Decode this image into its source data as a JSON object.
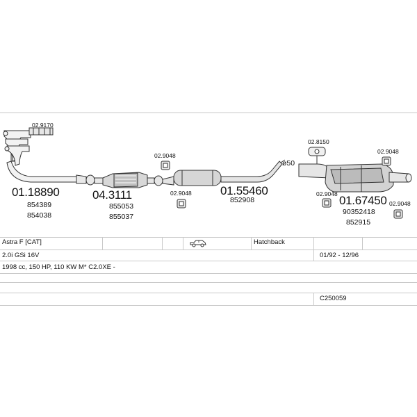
{
  "parts": {
    "manifold": {
      "code": "01.18890",
      "ref1": "854389",
      "ref2": "854038",
      "gasket": "02.9170"
    },
    "catalyst": {
      "code": "04.3111",
      "ref1": "855053",
      "ref2": "855037"
    },
    "middle": {
      "code": "01.55460",
      "ref1": "852908",
      "hanger": "02.9048",
      "hanger2": "02.9048"
    },
    "rear": {
      "code": "01.67450",
      "ref1": "90352418",
      "ref2": "852915",
      "clamp": "02.8150",
      "hanger_a": "02.9048",
      "hanger_b": "02.9048",
      "hanger_c": "02.9048"
    },
    "diameter": "ø50"
  },
  "table": {
    "model": "Astra F  [CAT]",
    "body": "Hatchback",
    "engine": "2.0i GSi 16V",
    "years": "01/92 - 12/96",
    "specs": "1998 cc, 150 HP, 110 KW M* C2.0XE -",
    "code": "C250059"
  },
  "icons": [
    "car-icon"
  ]
}
